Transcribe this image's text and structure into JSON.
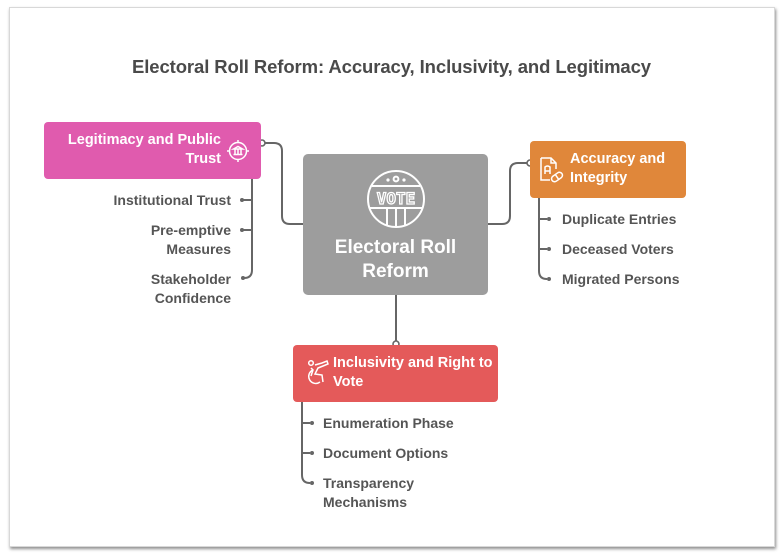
{
  "title": "Electoral Roll Reform: Accuracy, Inclusivity, and Legitimacy",
  "center": {
    "label": "Electoral Roll Reform",
    "icon": "vote-badge-icon",
    "icon_text": "VOTE",
    "color": "#9D9D9D"
  },
  "branches": [
    {
      "id": "legitimacy",
      "label": "Legitimacy and Public Trust",
      "icon": "institution-target-icon",
      "color": "#E05BAE",
      "items": [
        "Institutional Trust",
        "Pre-emptive Measures",
        "Stakeholder Confidence"
      ]
    },
    {
      "id": "accuracy",
      "label": "Accuracy and Integrity",
      "icon": "document-pill-icon",
      "color": "#E0873A",
      "items": [
        "Duplicate Entries",
        "Deceased Voters",
        "Migrated Persons"
      ]
    },
    {
      "id": "inclusivity",
      "label": "Inclusivity and Right to Vote",
      "icon": "wheelchair-icon",
      "color": "#E45A5A",
      "items": [
        "Enumeration Phase",
        "Document Options",
        "Transparency Mechanisms"
      ]
    }
  ]
}
